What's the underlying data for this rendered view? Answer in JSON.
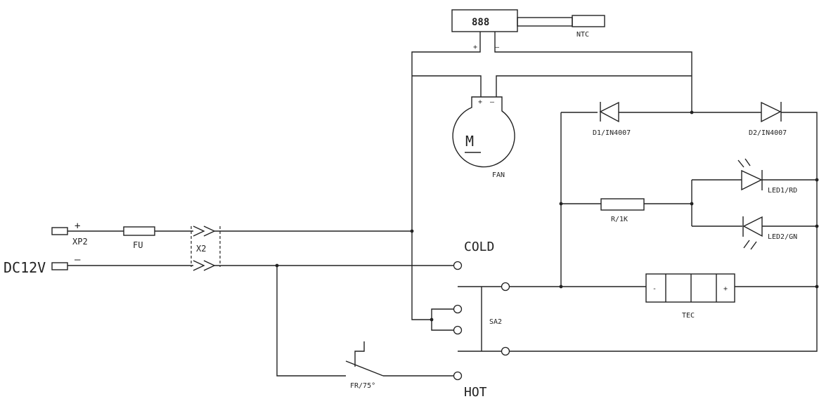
{
  "labels": {
    "supply": "DC12V",
    "plug": "XP2",
    "plus": "+",
    "minus": "–",
    "fuse": "FU",
    "connector": "X2",
    "display_readout": "888",
    "sensor": "NTC",
    "fan": "FAN",
    "motor": "M",
    "diode1": "D1/IN4007",
    "diode2": "D2/IN4007",
    "resistor": "R/1K",
    "led1": "LED1/RD",
    "led2": "LED2/GN",
    "cold": "COLD",
    "hot": "HOT",
    "switch": "SA2",
    "tec": "TEC",
    "thermal_switch": "FR/75°",
    "tec_minus": "-",
    "tec_plus": "+"
  }
}
